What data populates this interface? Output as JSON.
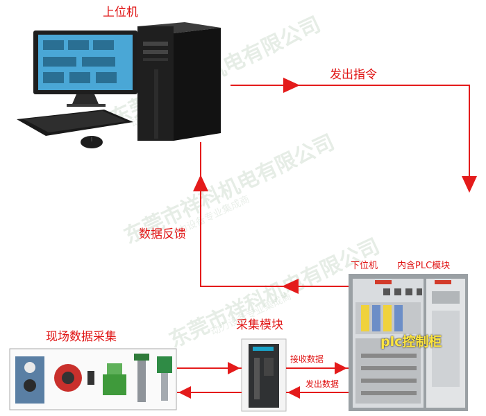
{
  "labels": {
    "host": "上位机",
    "send_command": "发出指令",
    "data_feedback": "数据反馈",
    "lower_machine": "下位机",
    "plc_module": "内含PLC模块",
    "plc_cabinet": "plc控制柜",
    "collection_module": "采集模块",
    "field_collection": "现场数据采集",
    "receive_data": "接收数据",
    "send_data": "发出数据"
  },
  "watermark": {
    "company": "东莞市祥科机电有限公司",
    "tagline": "动力设备专业集成商"
  },
  "colors": {
    "arrow": "#e41b1b",
    "label": "#e01515",
    "plc_text": "#ffe640",
    "cabinet": "#dcdcdc",
    "module": "#3a3a3a"
  }
}
